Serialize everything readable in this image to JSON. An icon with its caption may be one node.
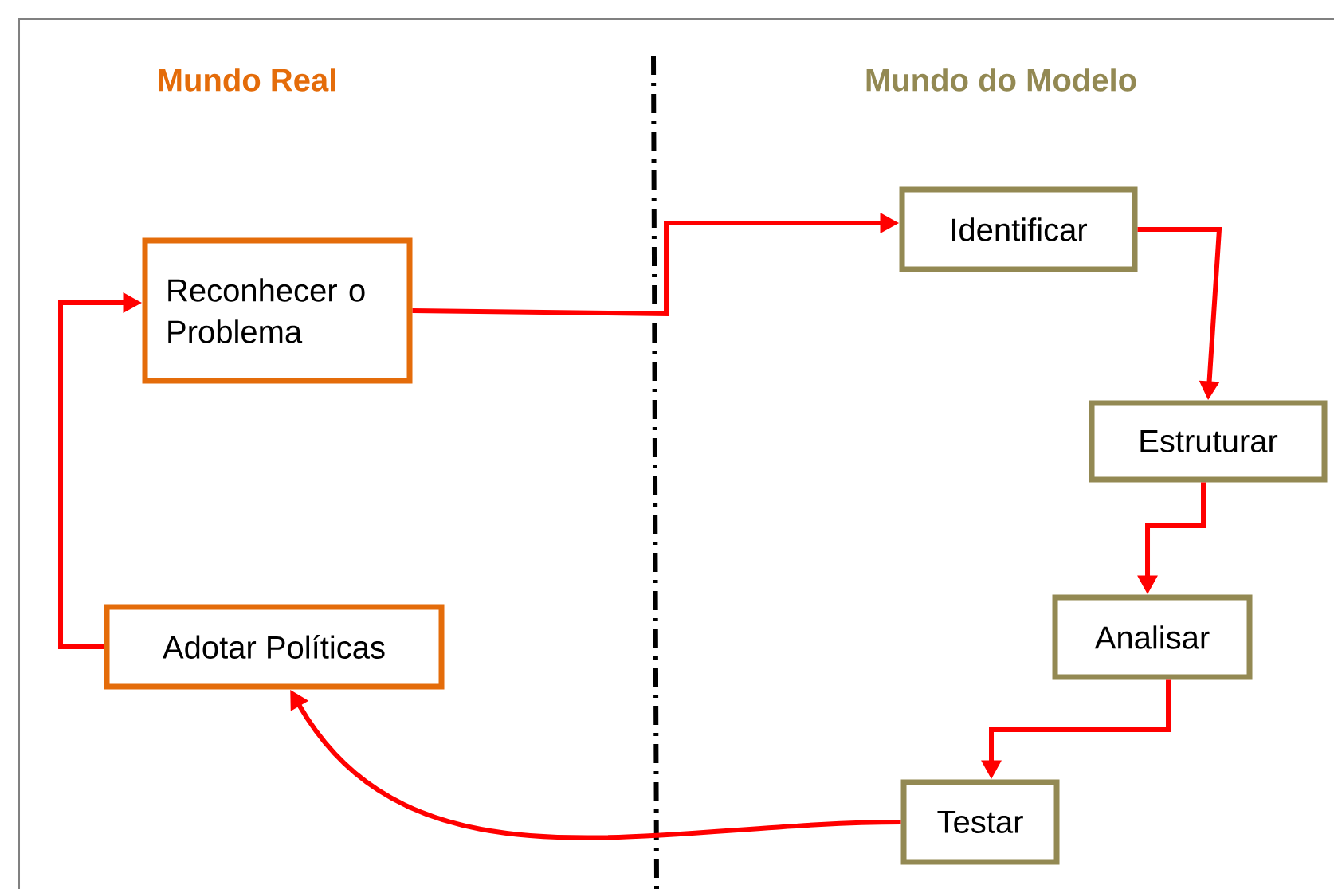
{
  "diagram": {
    "nodes": [
      {
        "text": [
          "Reconhecer o Problema"
        ]
      },
      {
        "text": [
          "Adotar Políticas"
        ]
      },
      {
        "text": [
          "Identificar"
        ]
      },
      {
        "text": [
          "Estruturar"
        ]
      },
      {
        "text": [
          "Analisar"
        ]
      },
      {
        "text": [
          "Testar"
        ]
      }
    ],
    "edges": [
      {
        "from": 0,
        "to": 2,
        "arrow": "to"
      },
      {
        "from": 2,
        "to": 3,
        "arrow": "to"
      },
      {
        "from": 3,
        "to": 4,
        "arrow": "to"
      },
      {
        "from": 4,
        "to": 5,
        "arrow": "to"
      },
      {
        "from": 5,
        "to": 1,
        "arrow": "to"
      },
      {
        "from": 1,
        "to": 0,
        "arrow": "to"
      }
    ],
    "labels": [
      "Mundo Real",
      "Mundo do Modelo"
    ]
  }
}
